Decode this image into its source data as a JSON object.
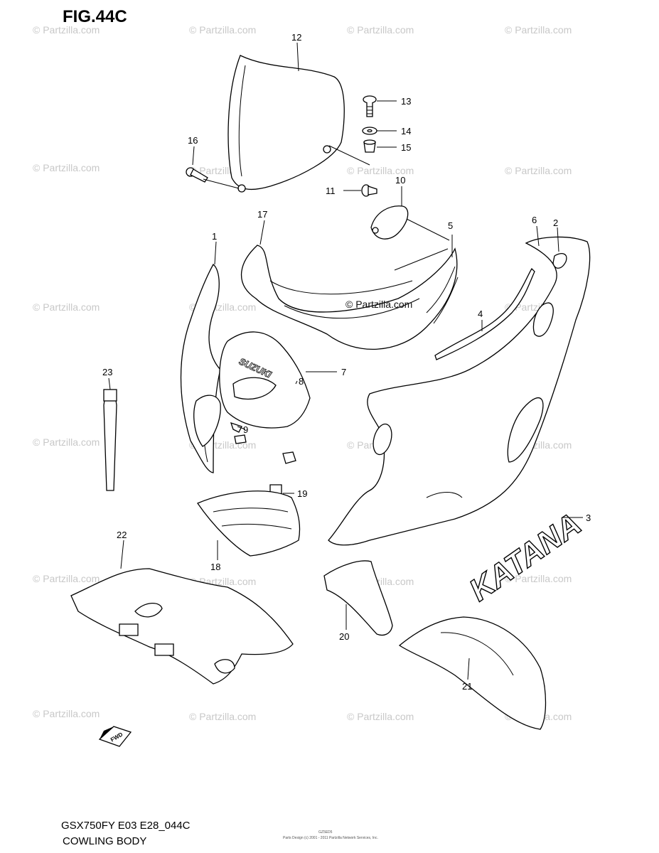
{
  "figure_title": "FIG.44C",
  "footer": {
    "model": "GSX750FY E03 E28_044C",
    "name": "COWLING BODY"
  },
  "fine_print": {
    "line1": "GZ5ED5",
    "line2": "Parts Design (c) 2001 - 2011 Partzilla Network Services, Inc."
  },
  "watermark": "© Partzilla.com",
  "logos": {
    "katana": "KATANA",
    "suzuki": "SUZUKI",
    "fwd": "FWD"
  },
  "callouts": [
    "1",
    "2",
    "3",
    "4",
    "5",
    "6",
    "7",
    "8",
    "9",
    "10",
    "11",
    "12",
    "13",
    "14",
    "15",
    "16",
    "17",
    "18",
    "19",
    "20",
    "21",
    "22",
    "23"
  ]
}
